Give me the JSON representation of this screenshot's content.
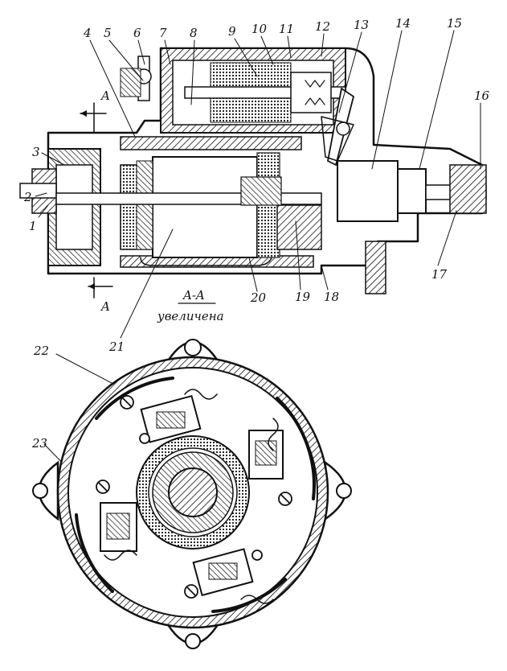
{
  "section_marker": "A",
  "section_caption": {
    "title": "A-A",
    "note": "увеличена"
  },
  "callouts": [
    "1",
    "2",
    "3",
    "4",
    "5",
    "6",
    "7",
    "8",
    "9",
    "10",
    "11",
    "12",
    "13",
    "14",
    "15",
    "16",
    "17",
    "18",
    "19",
    "20",
    "21",
    "22",
    "23"
  ],
  "colors": {
    "ink": "#111111",
    "paper": "#ffffff"
  }
}
